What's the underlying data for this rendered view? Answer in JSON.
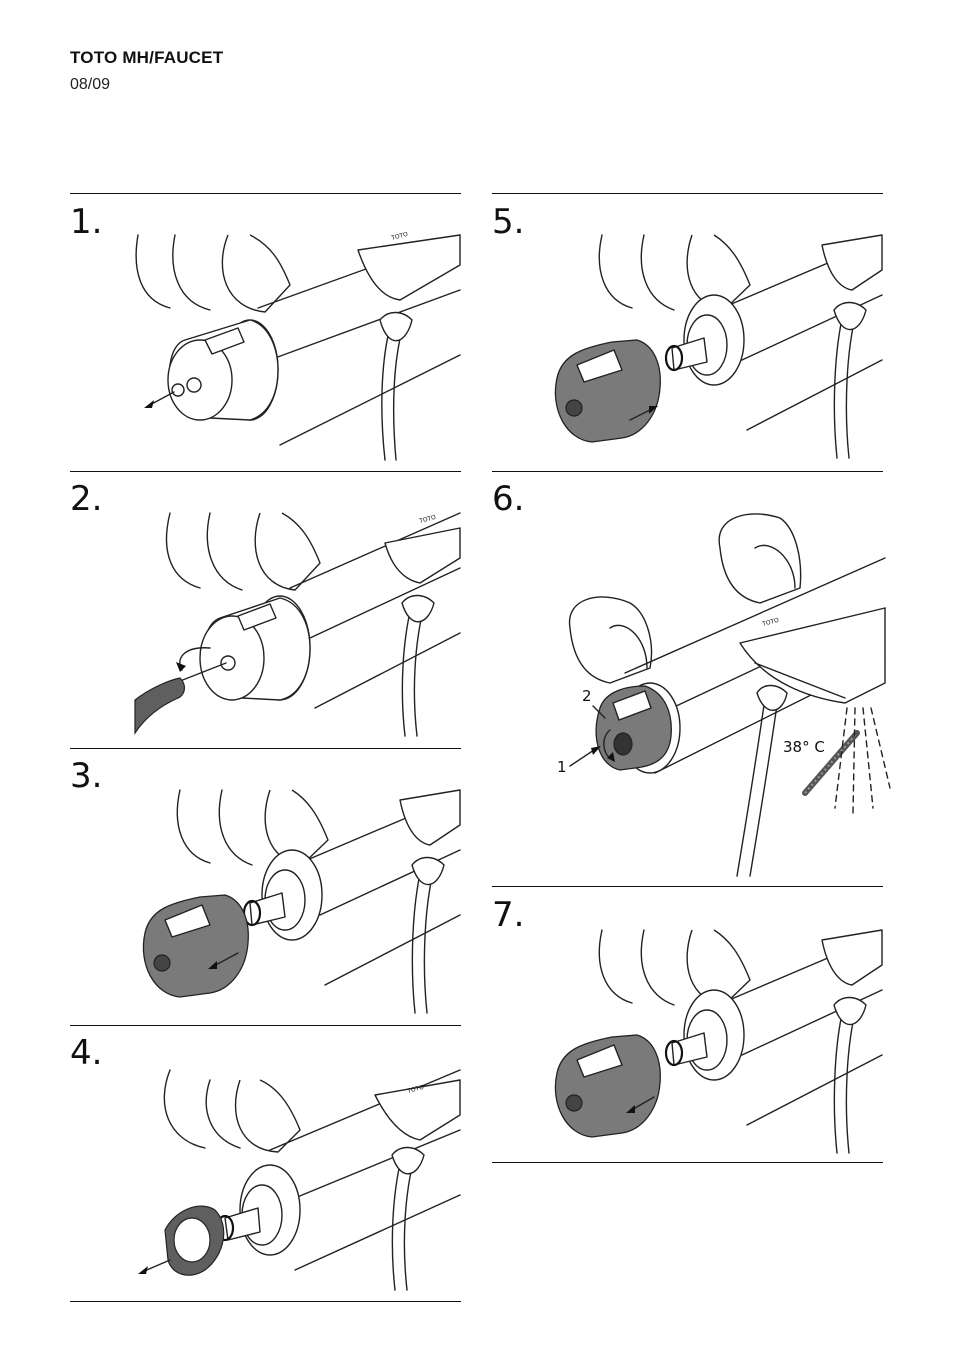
{
  "header": {
    "title": "TOTO MH/FAUCET",
    "page": "08/09"
  },
  "steps": [
    {
      "number": "1.",
      "action": "unscrew-cap"
    },
    {
      "number": "2.",
      "action": "unscrew-with-screwdriver"
    },
    {
      "number": "3.",
      "action": "remove-knob"
    },
    {
      "number": "4.",
      "action": "remove-stop-ring"
    },
    {
      "number": "5.",
      "action": "refit-knob"
    },
    {
      "number": "6.",
      "action": "set-temperature"
    },
    {
      "number": "7.",
      "action": "remove-knob"
    }
  ],
  "step6_labels": {
    "callout_1": "1",
    "callout_2": "2",
    "temperature": "38° C"
  },
  "brand_mark": "TOTO",
  "colors": {
    "rule": "#111111",
    "line_art": "#222222",
    "knob_grey": "#7a7a7a"
  }
}
